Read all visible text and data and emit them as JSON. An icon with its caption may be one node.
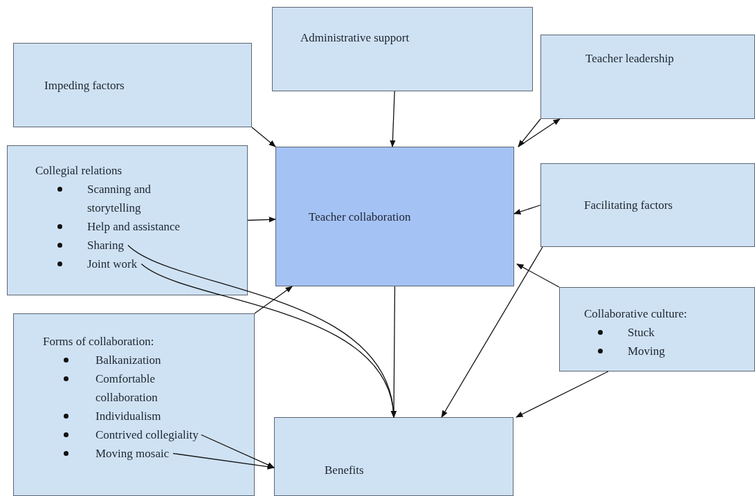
{
  "diagram": {
    "nodes": [
      {
        "text": [
          "Administrative support"
        ]
      },
      {
        "text": [
          "Impeding factors"
        ]
      },
      {
        "text": [
          "Teacher leadership"
        ]
      },
      {
        "text": [
          "Collegial relations"
        ]
      },
      {
        "text": [
          "Scanning and storytelling"
        ],
        "in": 3
      },
      {
        "text": [
          "Help and assistance"
        ],
        "in": 3
      },
      {
        "text": [
          "Sharing"
        ],
        "in": 3
      },
      {
        "text": [
          "Joint work"
        ],
        "in": 3
      },
      {
        "text": [
          "Teacher collaboration"
        ]
      },
      {
        "text": [
          "Facilitating factors"
        ]
      },
      {
        "text": [
          "Forms of collaboration:"
        ]
      },
      {
        "text": [
          "Balkanization"
        ],
        "in": 10
      },
      {
        "text": [
          "Comfortable collaboration"
        ],
        "in": 10
      },
      {
        "text": [
          "Individualism"
        ],
        "in": 10
      },
      {
        "text": [
          "Contrived collegiality"
        ],
        "in": 10
      },
      {
        "text": [
          "Moving mosaic"
        ],
        "in": 10
      },
      {
        "text": [
          "Collaborative culture:"
        ]
      },
      {
        "text": [
          "Stuck"
        ],
        "in": 16
      },
      {
        "text": [
          "Moving"
        ],
        "in": 16
      },
      {
        "text": [
          "Benefits"
        ]
      }
    ],
    "edges": [
      {
        "from": 0,
        "to": 8,
        "arrow": "to"
      },
      {
        "from": 1,
        "to": 8,
        "arrow": "to"
      },
      {
        "from": 2,
        "to": 8,
        "arrow": "to"
      },
      {
        "from": 8,
        "to": 2,
        "arrow": "to"
      },
      {
        "from": 3,
        "to": 8,
        "arrow": "to"
      },
      {
        "from": 9,
        "to": 8,
        "arrow": "to"
      },
      {
        "from": 16,
        "to": 8,
        "arrow": "to"
      },
      {
        "from": 10,
        "to": 8,
        "arrow": "to"
      },
      {
        "from": 6,
        "to": 19,
        "arrow": "to"
      },
      {
        "from": 7,
        "to": 19,
        "arrow": "to"
      },
      {
        "from": 8,
        "to": 19,
        "arrow": "to"
      },
      {
        "from": 9,
        "to": 19,
        "arrow": "to"
      },
      {
        "from": 16,
        "to": 19,
        "arrow": "to"
      },
      {
        "from": 14,
        "to": 19,
        "arrow": "to"
      },
      {
        "from": 15,
        "to": 19,
        "arrow": "to"
      }
    ]
  }
}
